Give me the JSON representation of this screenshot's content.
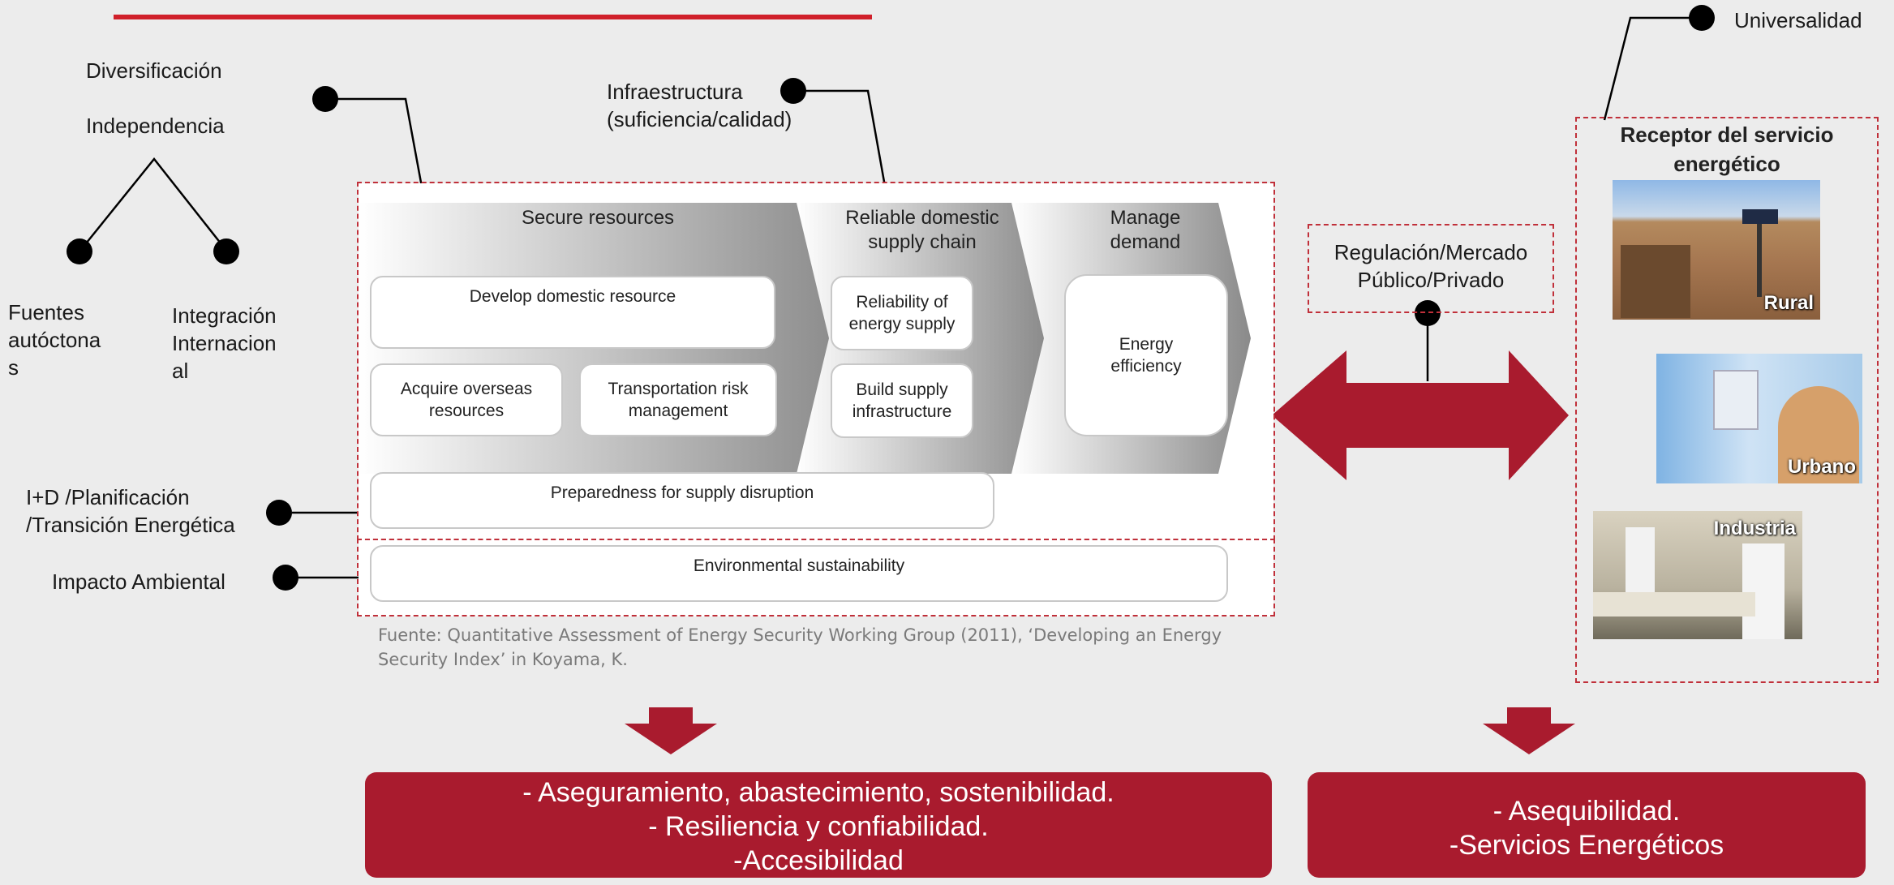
{
  "left_labels": {
    "diversificacion": "Diversificación",
    "independencia": "Independencia",
    "fuentes": "Fuentes\nautóctona\ns",
    "integracion": "Integración\nInternacion\nal",
    "id_planificacion": "I+D /Planificación\n/Transición Energética",
    "impacto": "Impacto Ambiental"
  },
  "infraestructura": "Infraestructura\n(suficiencia/calidad)",
  "universalidad": "Universalidad",
  "diagram": {
    "chevrons": [
      {
        "title": "Secure resources"
      },
      {
        "title": "Reliable domestic\nsupply chain"
      },
      {
        "title": "Manage\ndemand"
      }
    ],
    "boxes": {
      "develop": "Develop domestic resource",
      "acquire": "Acquire overseas\nresources",
      "transport": "Transportation risk\nmanagement",
      "reliability": "Reliability of\nenergy supply",
      "build": "Build supply\ninfrastructure",
      "efficiency": "Energy\nefficiency",
      "preparedness": "Preparedness for supply disruption",
      "environment": "Environmental sustainability"
    }
  },
  "source_note": "Fuente: Quantitative Assessment of Energy Security Working Group (2011), ‘Developing an Energy\nSecurity Index’ in Koyama, K.",
  "regulacion": "Regulación/Mercado\nPúblico/Privado",
  "receptor": {
    "title": "Receptor del servicio\nenergético",
    "photos": [
      {
        "label": "Rural"
      },
      {
        "label": "Urbano"
      },
      {
        "label": "Industria"
      }
    ]
  },
  "results": {
    "left": "- Aseguramiento, abastecimiento, sostenibilidad.\n- Resiliencia y confiabilidad.\n-Accesibilidad",
    "right": "- Asequibilidad.\n-Servicios Energéticos"
  },
  "colors": {
    "accent_red": "#a91b2e",
    "dashed_red": "#c0303a",
    "top_rule": "#d0202a"
  }
}
